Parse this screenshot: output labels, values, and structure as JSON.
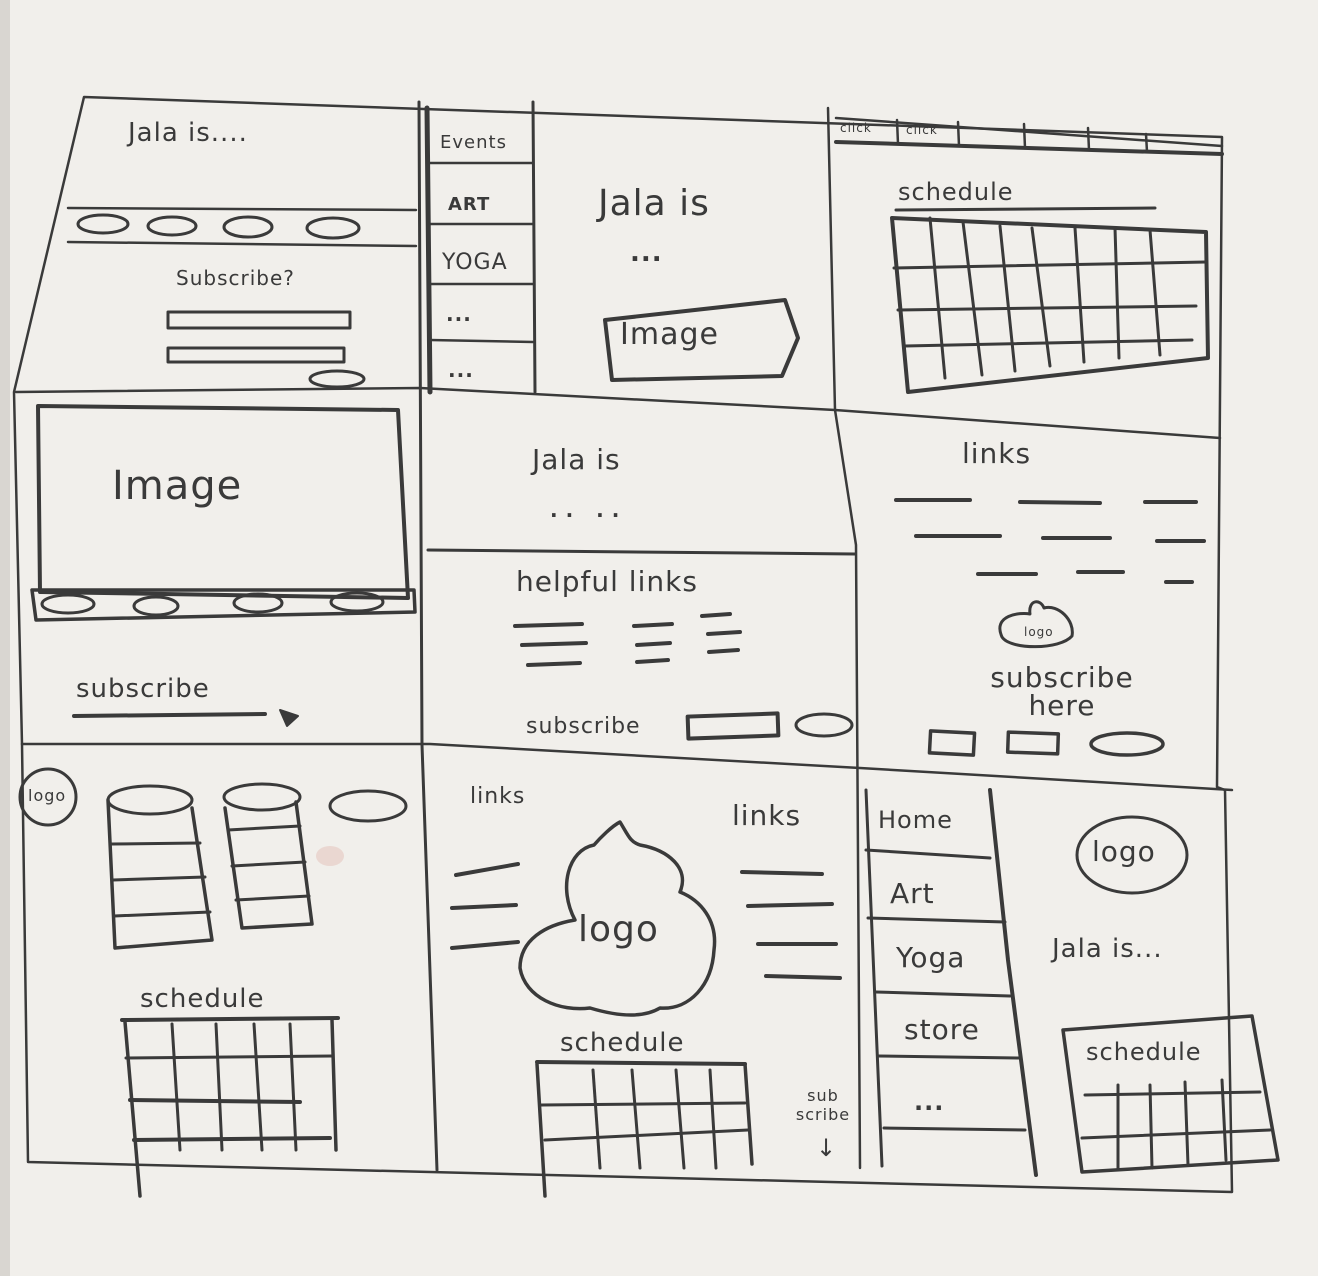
{
  "page": {
    "paper_color": "#f1efeb",
    "pencil_color": "#3a3a3a"
  },
  "sketch1": {
    "heading": "Jala is....",
    "subscribe_prompt": "Subscribe?"
  },
  "sketch2": {
    "nav_items": [
      "Events",
      "ART",
      "YOGA",
      "...",
      "..."
    ],
    "heading": "Jala is",
    "ellipsis": "...",
    "image_label": "Image"
  },
  "sketch3": {
    "tabs": [
      "click",
      "click"
    ],
    "schedule_label": "schedule"
  },
  "sketch4": {
    "image_label": "Image",
    "subscribe_label": "subscribe"
  },
  "sketch5": {
    "heading": "Jala is",
    "ellipsis": ".. ..",
    "links_label": "helpful links",
    "subscribe_label": "subscribe"
  },
  "sketch6": {
    "links_label": "links",
    "logo_label": "logo",
    "subscribe_label": "subscribe here"
  },
  "sketch7": {
    "logo_label": "logo",
    "schedule_label": "schedule"
  },
  "sketch8": {
    "left_links_label": "links",
    "right_links_label": "links",
    "logo_label": "logo",
    "schedule_label": "schedule",
    "subscribe_label": "sub scribe",
    "arrow": "↓"
  },
  "sketch9": {
    "nav_items": [
      "Home",
      "Art",
      "Yoga",
      "store",
      "..."
    ],
    "logo_label": "logo",
    "heading": "Jala is...",
    "schedule_label": "schedule"
  }
}
